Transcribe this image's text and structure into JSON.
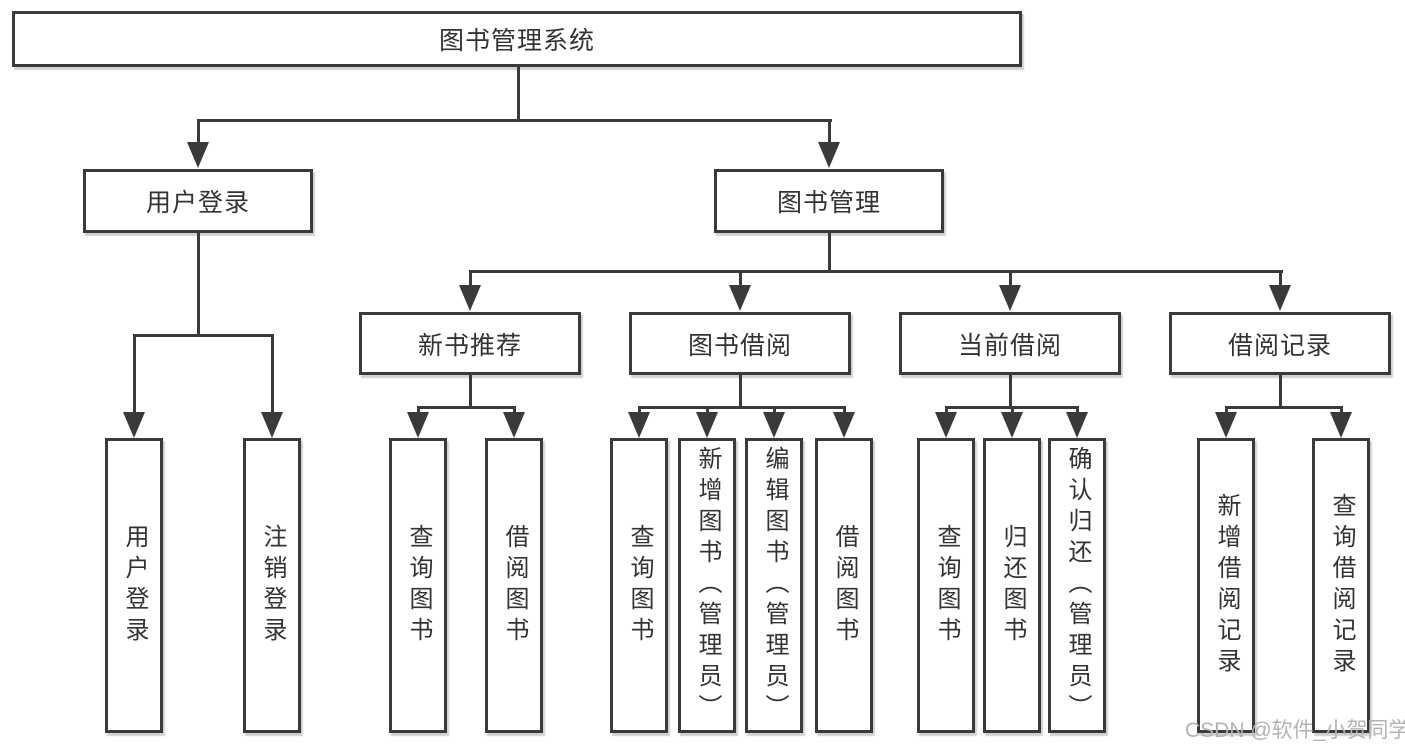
{
  "tree": {
    "label": "图书管理系统",
    "children": [
      {
        "label": "用户登录",
        "children": [
          {
            "label": "用户登录"
          },
          {
            "label": "注销登录"
          }
        ]
      },
      {
        "label": "图书管理",
        "children": [
          {
            "label": "新书推荐",
            "children": [
              {
                "label": "查询图书"
              },
              {
                "label": "借阅图书"
              }
            ]
          },
          {
            "label": "图书借阅",
            "children": [
              {
                "label": "查询图书"
              },
              {
                "label": "新增图书（管理员）"
              },
              {
                "label": "编辑图书（管理员）"
              },
              {
                "label": "借阅图书"
              }
            ]
          },
          {
            "label": "当前借阅",
            "children": [
              {
                "label": "查询图书"
              },
              {
                "label": "归还图书"
              },
              {
                "label": "确认归还（管理员）"
              }
            ]
          },
          {
            "label": "借阅记录",
            "children": [
              {
                "label": "新增借阅记录"
              },
              {
                "label": "查询借阅记录"
              }
            ]
          }
        ]
      }
    ]
  },
  "watermark": {
    "text": "CSDN @软件_小贺同学"
  },
  "colors": {
    "line": "#3a3a3a",
    "text": "#333333",
    "box_fill": "#ffffff",
    "watermark": "#b3b3b3",
    "background": "#ffffff"
  }
}
